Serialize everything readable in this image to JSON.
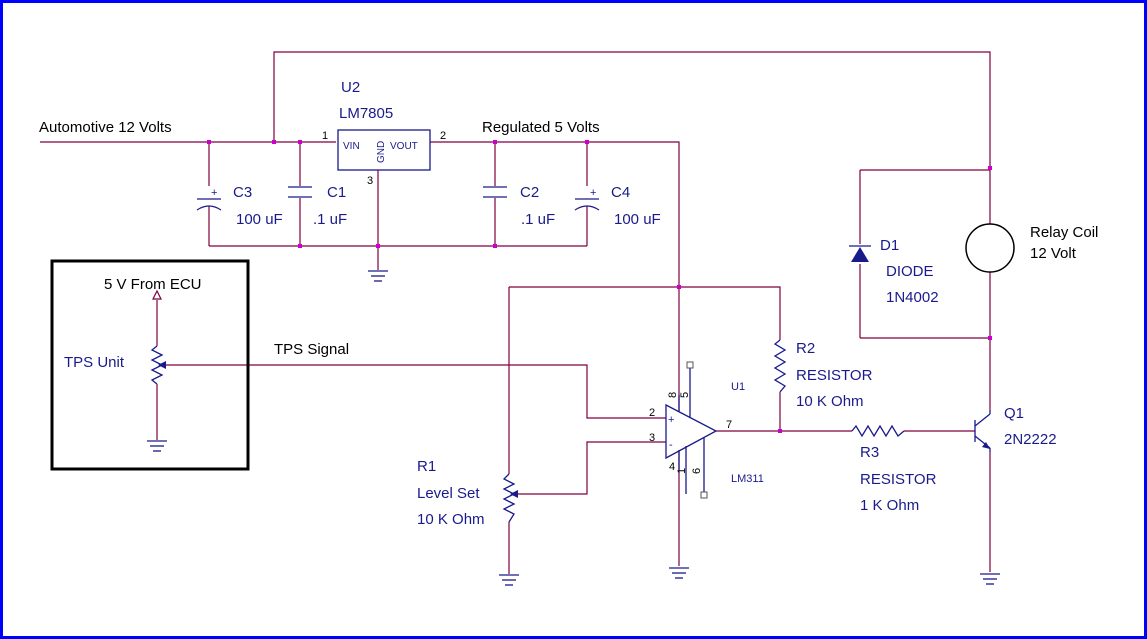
{
  "colors": {
    "frame": "#0000ff",
    "wire": "#800040",
    "component": "#1a1a8c",
    "junction": "#cc00cc"
  },
  "labels": {
    "automotive_12v": "Automotive 12 Volts",
    "regulated_5v": "Regulated 5 Volts",
    "tps_signal": "TPS Signal",
    "ecu_5v": "5 V From ECU",
    "tps_unit": "TPS Unit"
  },
  "u2": {
    "ref": "U2",
    "part": "LM7805",
    "vin": "VIN",
    "gnd": "GND",
    "vout": "VOUT",
    "pin1": "1",
    "pin2": "2",
    "pin3": "3"
  },
  "c3": {
    "ref": "C3",
    "value": "100 uF"
  },
  "c1": {
    "ref": "C1",
    "value": ".1 uF"
  },
  "c2": {
    "ref": "C2",
    "value": ".1 uF"
  },
  "c4": {
    "ref": "C4",
    "value": "100 uF"
  },
  "d1": {
    "ref": "D1",
    "type": "DIODE",
    "part": "1N4002"
  },
  "relay": {
    "name": "Relay Coil",
    "voltage": "12 Volt"
  },
  "r2": {
    "ref": "R2",
    "type": "RESISTOR",
    "value": "10 K Ohm"
  },
  "r3": {
    "ref": "R3",
    "type": "RESISTOR",
    "value": "1 K Ohm"
  },
  "r1": {
    "ref": "R1",
    "name": "Level Set",
    "value": "10 K Ohm"
  },
  "u1": {
    "ref": "U1",
    "part": "LM311",
    "pin2": "2",
    "pin3": "3",
    "pin4": "4",
    "pin1": "1",
    "pin6": "6",
    "pin7": "7",
    "pin8": "8",
    "pin5": "5",
    "plus": "+",
    "minus": "-"
  },
  "q1": {
    "ref": "Q1",
    "part": "2N2222"
  }
}
